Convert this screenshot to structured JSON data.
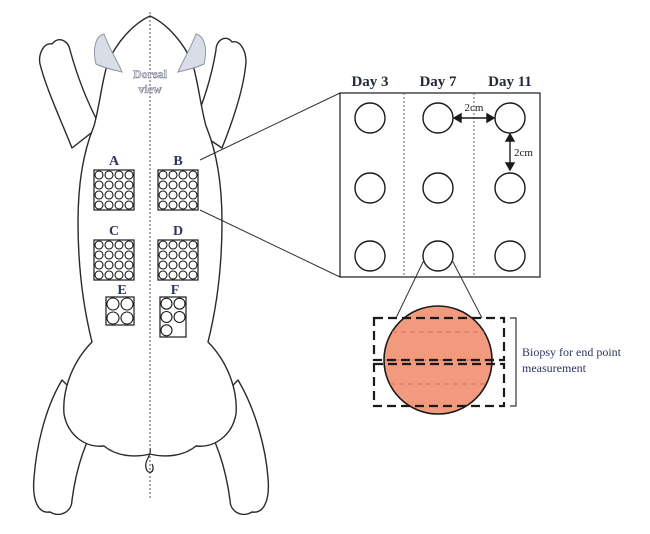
{
  "animal": {
    "view_label_line1": "Dorsal",
    "view_label_line2": "view"
  },
  "sites": [
    {
      "label": "A",
      "rows": 4,
      "cols": 4,
      "filled": 16
    },
    {
      "label": "B",
      "rows": 4,
      "cols": 4,
      "filled": 16
    },
    {
      "label": "C",
      "rows": 4,
      "cols": 4,
      "filled": 16
    },
    {
      "label": "D",
      "rows": 4,
      "cols": 4,
      "filled": 16
    },
    {
      "label": "E",
      "rows": 2,
      "cols": 2,
      "filled": 4
    },
    {
      "label": "F",
      "rows": 3,
      "cols": 2,
      "filled": 5
    }
  ],
  "grid": {
    "days": [
      "Day 3",
      "Day 7",
      "Day 11"
    ],
    "rows": 3,
    "horizontal_spacing": "2cm",
    "vertical_spacing": "2cm"
  },
  "biopsy": {
    "note_line1": "Biopsy for end point",
    "note_line2": "measurement",
    "fill_color": "#f29a7e",
    "stroke_color": "#1a1a1a"
  }
}
